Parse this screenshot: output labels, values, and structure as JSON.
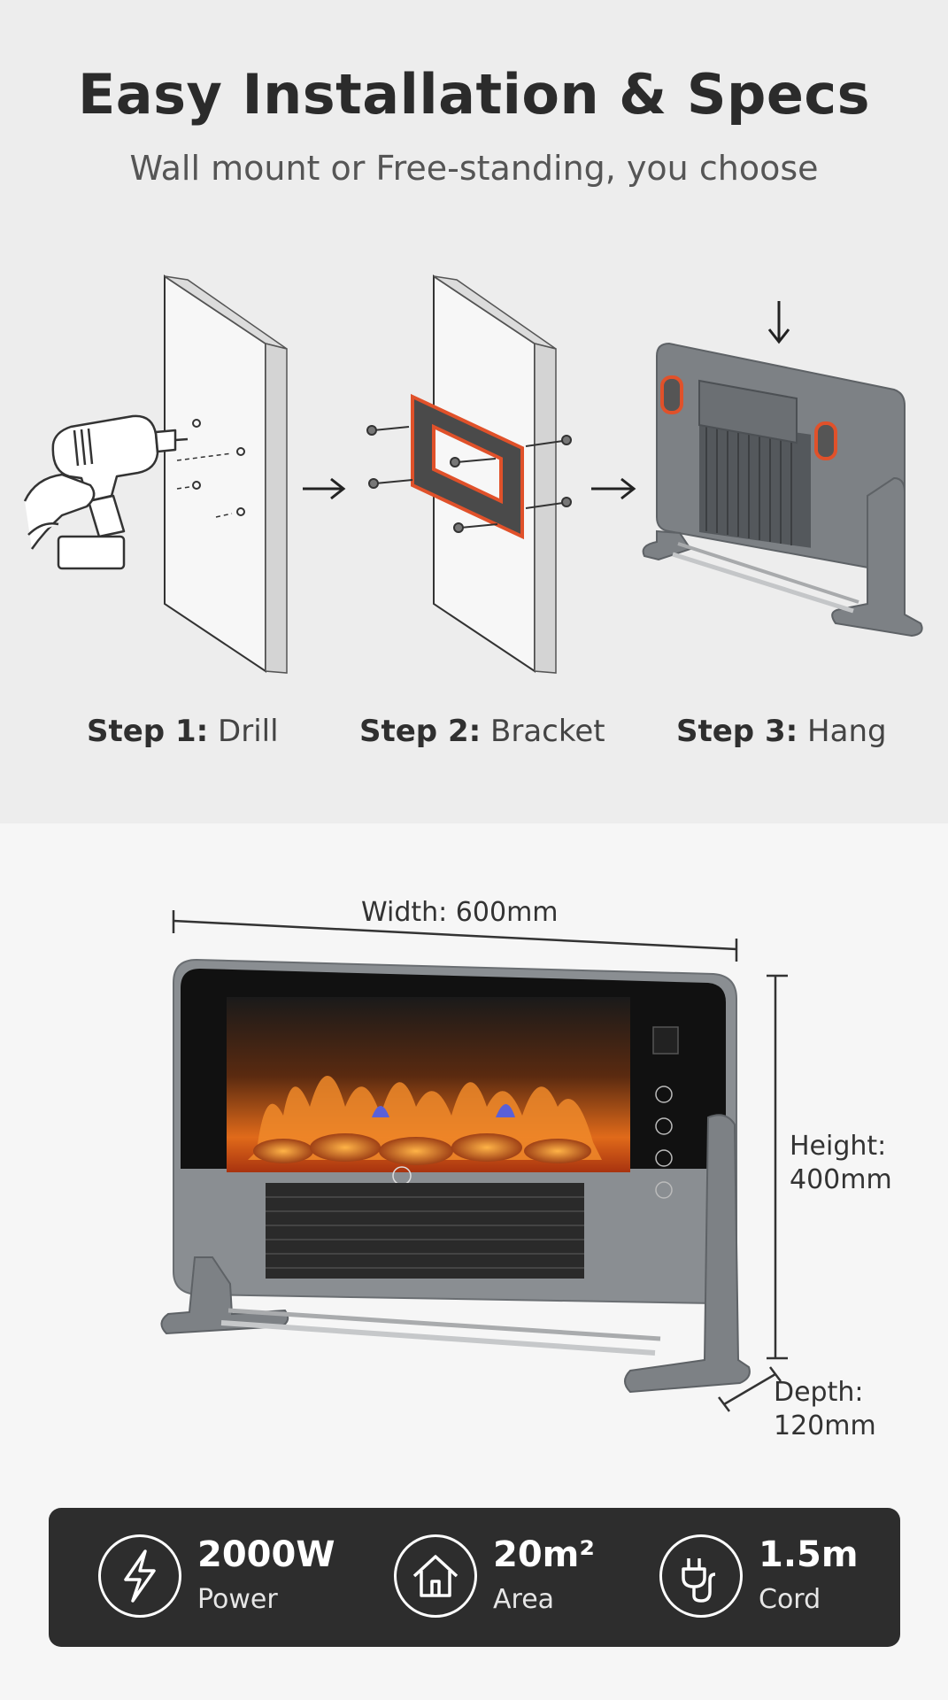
{
  "header": {
    "title": "Easy Installation & Specs",
    "subtitle": "Wall mount or Free-standing, you choose"
  },
  "steps": [
    {
      "num": "Step 1:",
      "label": "Drill"
    },
    {
      "num": "Step 2:",
      "label": "Bracket"
    },
    {
      "num": "Step 3:",
      "label": "Hang"
    }
  ],
  "dimensions": {
    "width": "Width: 600mm",
    "height_label": "Height:",
    "height_value": "400mm",
    "depth_label": "Depth:",
    "depth_value": "120mm"
  },
  "specs": [
    {
      "value": "2000W",
      "label": "Power",
      "icon": "lightning-icon"
    },
    {
      "value": "20m²",
      "label": "Area",
      "icon": "house-icon"
    },
    {
      "value": "1.5m",
      "label": "Cord",
      "icon": "plug-icon"
    }
  ],
  "colors": {
    "accent": "#e0512a",
    "bar": "#2d2d2d"
  }
}
